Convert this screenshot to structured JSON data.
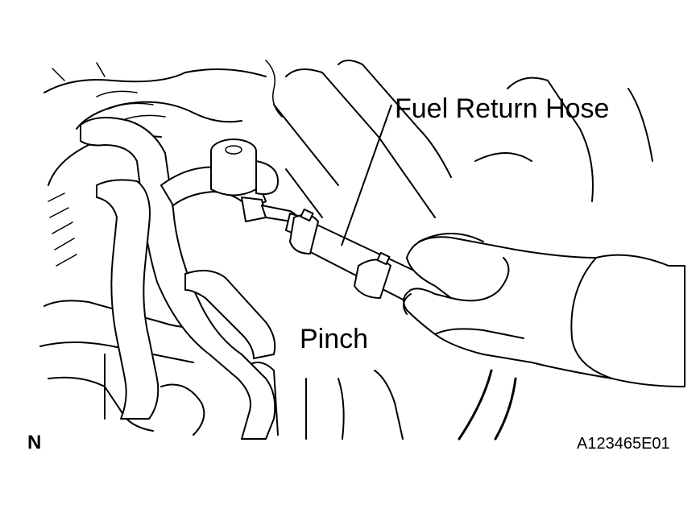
{
  "labels": {
    "fuel_return_hose": "Fuel Return Hose",
    "pinch": "Pinch",
    "north": "N",
    "figure_code": "A123465E01"
  },
  "icons": {
    "leader_line": "callout-leader-line"
  }
}
